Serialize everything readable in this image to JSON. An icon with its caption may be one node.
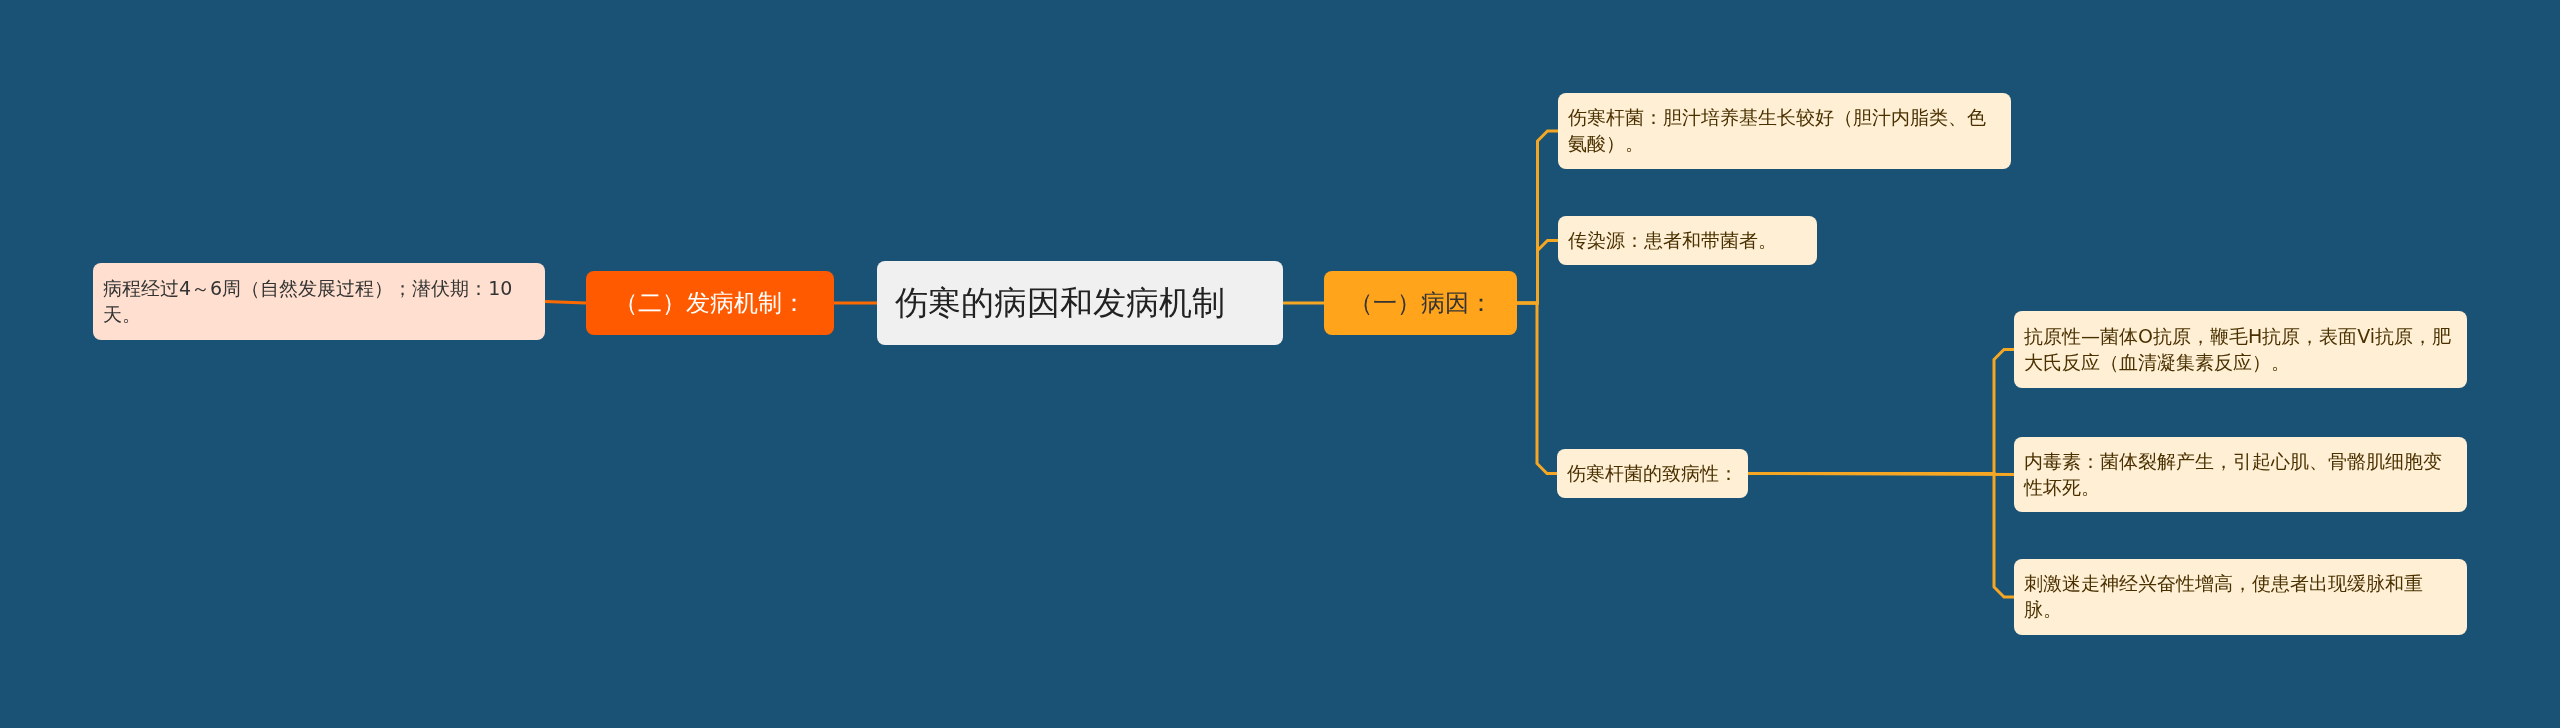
{
  "diagram": {
    "nodes": [
      {
        "text": [
          "伤寒的病因和发病机制"
        ]
      },
      {
        "text": [
          "（一）病因："
        ]
      },
      {
        "text": [
          "伤寒杆菌：胆汁培养基生长较好（胆汁内脂类、色氨酸）。"
        ]
      },
      {
        "text": [
          "传染源：患者和带菌者。"
        ]
      },
      {
        "text": [
          "伤寒杆菌的致病性："
        ]
      },
      {
        "text": [
          "抗原性—菌体O抗原，鞭毛H抗原，表面Vi抗原，肥大氏反应（血清凝集素反应）。"
        ]
      },
      {
        "text": [
          "内毒素：菌体裂解产生，引起心肌、骨骼肌细胞变性坏死。"
        ]
      },
      {
        "text": [
          "刺激迷走神经兴奋性增高，使患者出现缓脉和重脉。"
        ]
      },
      {
        "text": [
          "（二）发病机制："
        ]
      },
      {
        "text": [
          "病程经过4～6周（自然发展过程）；潜伏期：10天。"
        ]
      }
    ],
    "edges": [
      {
        "from": 0,
        "to": 1,
        "arrow": "none"
      },
      {
        "from": 1,
        "to": 2,
        "arrow": "none"
      },
      {
        "from": 1,
        "to": 3,
        "arrow": "none"
      },
      {
        "from": 1,
        "to": 4,
        "arrow": "none"
      },
      {
        "from": 4,
        "to": 5,
        "arrow": "none"
      },
      {
        "from": 4,
        "to": 6,
        "arrow": "none"
      },
      {
        "from": 4,
        "to": 7,
        "arrow": "none"
      },
      {
        "from": 0,
        "to": 8,
        "arrow": "none",
        "color": "#ff6a00"
      },
      {
        "from": 8,
        "to": 9,
        "arrow": "none",
        "color": "#ff6a00"
      }
    ]
  }
}
